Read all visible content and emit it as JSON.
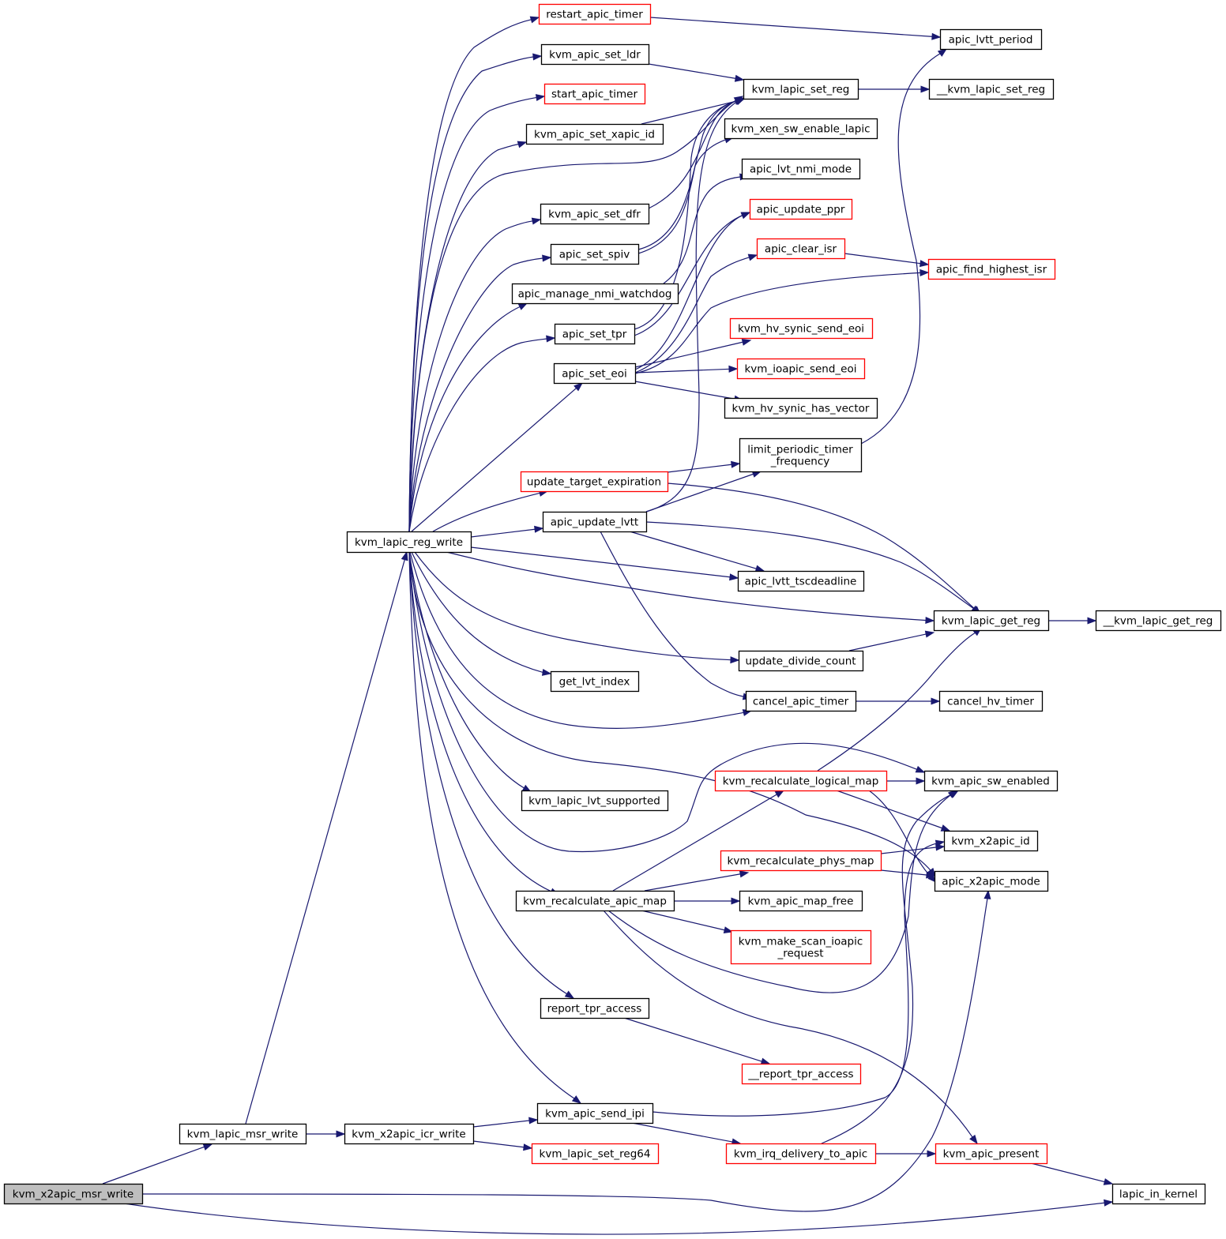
{
  "title": "kvm_x2apic_msr_write",
  "colors": {
    "edge": "#191970",
    "border_normal": "#000000",
    "border_truncated": "#ff0000",
    "root_fill": "#bfbfbf",
    "node_fill": "#ffffff"
  },
  "nodes": [
    {
      "id": "kvm_x2apic_msr_write",
      "label": [
        "kvm_x2apic_msr_write"
      ],
      "style": "root"
    },
    {
      "id": "kvm_lapic_msr_write",
      "label": [
        "kvm_lapic_msr_write"
      ],
      "style": "normal"
    },
    {
      "id": "kvm_x2apic_icr_write",
      "label": [
        "kvm_x2apic_icr_write"
      ],
      "style": "normal"
    },
    {
      "id": "kvm_lapic_reg_write",
      "label": [
        "kvm_lapic_reg_write"
      ],
      "style": "normal"
    },
    {
      "id": "restart_apic_timer",
      "label": [
        "restart_apic_timer"
      ],
      "style": "truncated"
    },
    {
      "id": "kvm_apic_set_ldr",
      "label": [
        "kvm_apic_set_ldr"
      ],
      "style": "normal"
    },
    {
      "id": "start_apic_timer",
      "label": [
        "start_apic_timer"
      ],
      "style": "truncated"
    },
    {
      "id": "kvm_apic_set_xapic_id",
      "label": [
        "kvm_apic_set_xapic_id"
      ],
      "style": "normal"
    },
    {
      "id": "kvm_apic_set_dfr",
      "label": [
        "kvm_apic_set_dfr"
      ],
      "style": "normal"
    },
    {
      "id": "apic_set_spiv",
      "label": [
        "apic_set_spiv"
      ],
      "style": "normal"
    },
    {
      "id": "apic_manage_nmi_watchdog",
      "label": [
        "apic_manage_nmi_watchdog"
      ],
      "style": "normal"
    },
    {
      "id": "apic_set_tpr",
      "label": [
        "apic_set_tpr"
      ],
      "style": "normal"
    },
    {
      "id": "apic_set_eoi",
      "label": [
        "apic_set_eoi"
      ],
      "style": "normal"
    },
    {
      "id": "update_target_expiration",
      "label": [
        "update_target_expiration"
      ],
      "style": "truncated"
    },
    {
      "id": "apic_update_lvtt",
      "label": [
        "apic_update_lvtt"
      ],
      "style": "normal"
    },
    {
      "id": "get_lvt_index",
      "label": [
        "get_lvt_index"
      ],
      "style": "normal"
    },
    {
      "id": "kvm_lapic_lvt_supported",
      "label": [
        "kvm_lapic_lvt_supported"
      ],
      "style": "normal"
    },
    {
      "id": "kvm_recalculate_apic_map",
      "label": [
        "kvm_recalculate_apic_map"
      ],
      "style": "normal"
    },
    {
      "id": "report_tpr_access",
      "label": [
        "report_tpr_access"
      ],
      "style": "normal"
    },
    {
      "id": "kvm_apic_send_ipi",
      "label": [
        "kvm_apic_send_ipi"
      ],
      "style": "normal"
    },
    {
      "id": "kvm_lapic_set_reg64",
      "label": [
        "kvm_lapic_set_reg64"
      ],
      "style": "truncated"
    },
    {
      "id": "kvm_lapic_set_reg",
      "label": [
        "kvm_lapic_set_reg"
      ],
      "style": "normal"
    },
    {
      "id": "kvm_xen_sw_enable_lapic",
      "label": [
        "kvm_xen_sw_enable_lapic"
      ],
      "style": "normal"
    },
    {
      "id": "apic_lvt_nmi_mode",
      "label": [
        "apic_lvt_nmi_mode"
      ],
      "style": "normal"
    },
    {
      "id": "apic_update_ppr",
      "label": [
        "apic_update_ppr"
      ],
      "style": "truncated"
    },
    {
      "id": "apic_clear_isr",
      "label": [
        "apic_clear_isr"
      ],
      "style": "truncated"
    },
    {
      "id": "kvm_hv_synic_send_eoi",
      "label": [
        "kvm_hv_synic_send_eoi"
      ],
      "style": "truncated"
    },
    {
      "id": "kvm_ioapic_send_eoi",
      "label": [
        "kvm_ioapic_send_eoi"
      ],
      "style": "truncated"
    },
    {
      "id": "kvm_hv_synic_has_vector",
      "label": [
        "kvm_hv_synic_has_vector"
      ],
      "style": "normal"
    },
    {
      "id": "limit_periodic_timer_frequency",
      "label": [
        "limit_periodic_timer",
        "_frequency"
      ],
      "style": "normal"
    },
    {
      "id": "apic_lvtt_tscdeadline",
      "label": [
        "apic_lvtt_tscdeadline"
      ],
      "style": "normal"
    },
    {
      "id": "update_divide_count",
      "label": [
        "update_divide_count"
      ],
      "style": "normal"
    },
    {
      "id": "cancel_apic_timer",
      "label": [
        "cancel_apic_timer"
      ],
      "style": "normal"
    },
    {
      "id": "kvm_recalculate_logical_map",
      "label": [
        "kvm_recalculate_logical_map"
      ],
      "style": "truncated"
    },
    {
      "id": "kvm_recalculate_phys_map",
      "label": [
        "kvm_recalculate_phys_map"
      ],
      "style": "truncated"
    },
    {
      "id": "kvm_apic_map_free",
      "label": [
        "kvm_apic_map_free"
      ],
      "style": "normal"
    },
    {
      "id": "kvm_make_scan_ioapic_request",
      "label": [
        "kvm_make_scan_ioapic",
        "_request"
      ],
      "style": "truncated"
    },
    {
      "id": "__report_tpr_access",
      "label": [
        "__report_tpr_access"
      ],
      "style": "truncated"
    },
    {
      "id": "kvm_irq_delivery_to_apic",
      "label": [
        "kvm_irq_delivery_to_apic"
      ],
      "style": "truncated"
    },
    {
      "id": "apic_lvtt_period",
      "label": [
        "apic_lvtt_period"
      ],
      "style": "normal"
    },
    {
      "id": "__kvm_lapic_set_reg",
      "label": [
        "__kvm_lapic_set_reg"
      ],
      "style": "normal"
    },
    {
      "id": "apic_find_highest_isr",
      "label": [
        "apic_find_highest_isr"
      ],
      "style": "truncated"
    },
    {
      "id": "kvm_lapic_get_reg",
      "label": [
        "kvm_lapic_get_reg"
      ],
      "style": "normal"
    },
    {
      "id": "cancel_hv_timer",
      "label": [
        "cancel_hv_timer"
      ],
      "style": "normal"
    },
    {
      "id": "kvm_apic_sw_enabled",
      "label": [
        "kvm_apic_sw_enabled"
      ],
      "style": "normal"
    },
    {
      "id": "kvm_x2apic_id",
      "label": [
        "kvm_x2apic_id"
      ],
      "style": "normal"
    },
    {
      "id": "apic_x2apic_mode",
      "label": [
        "apic_x2apic_mode"
      ],
      "style": "normal"
    },
    {
      "id": "kvm_apic_present",
      "label": [
        "kvm_apic_present"
      ],
      "style": "truncated"
    },
    {
      "id": "__kvm_lapic_get_reg",
      "label": [
        "__kvm_lapic_get_reg"
      ],
      "style": "normal"
    },
    {
      "id": "lapic_in_kernel",
      "label": [
        "lapic_in_kernel"
      ],
      "style": "normal"
    }
  ],
  "edges": [
    [
      "kvm_x2apic_msr_write",
      "kvm_lapic_msr_write"
    ],
    [
      "kvm_x2apic_msr_write",
      "lapic_in_kernel"
    ],
    [
      "kvm_x2apic_msr_write",
      "apic_x2apic_mode"
    ],
    [
      "kvm_lapic_msr_write",
      "kvm_x2apic_icr_write"
    ],
    [
      "kvm_lapic_msr_write",
      "kvm_lapic_reg_write"
    ],
    [
      "kvm_x2apic_icr_write",
      "kvm_apic_send_ipi"
    ],
    [
      "kvm_x2apic_icr_write",
      "kvm_lapic_set_reg64"
    ],
    [
      "kvm_lapic_reg_write",
      "restart_apic_timer"
    ],
    [
      "kvm_lapic_reg_write",
      "kvm_apic_set_ldr"
    ],
    [
      "kvm_lapic_reg_write",
      "start_apic_timer"
    ],
    [
      "kvm_lapic_reg_write",
      "kvm_apic_set_xapic_id"
    ],
    [
      "kvm_lapic_reg_write",
      "kvm_lapic_set_reg"
    ],
    [
      "kvm_lapic_reg_write",
      "kvm_apic_set_dfr"
    ],
    [
      "kvm_lapic_reg_write",
      "apic_set_spiv"
    ],
    [
      "kvm_lapic_reg_write",
      "apic_manage_nmi_watchdog"
    ],
    [
      "kvm_lapic_reg_write",
      "apic_set_tpr"
    ],
    [
      "kvm_lapic_reg_write",
      "apic_set_eoi"
    ],
    [
      "kvm_lapic_reg_write",
      "update_target_expiration"
    ],
    [
      "kvm_lapic_reg_write",
      "apic_update_lvtt"
    ],
    [
      "kvm_lapic_reg_write",
      "apic_lvtt_tscdeadline"
    ],
    [
      "kvm_lapic_reg_write",
      "kvm_lapic_get_reg"
    ],
    [
      "kvm_lapic_reg_write",
      "update_divide_count"
    ],
    [
      "kvm_lapic_reg_write",
      "get_lvt_index"
    ],
    [
      "kvm_lapic_reg_write",
      "cancel_apic_timer"
    ],
    [
      "kvm_lapic_reg_write",
      "kvm_apic_sw_enabled"
    ],
    [
      "kvm_lapic_reg_write",
      "kvm_lapic_lvt_supported"
    ],
    [
      "kvm_lapic_reg_write",
      "apic_x2apic_mode"
    ],
    [
      "kvm_lapic_reg_write",
      "kvm_recalculate_apic_map"
    ],
    [
      "kvm_lapic_reg_write",
      "report_tpr_access"
    ],
    [
      "kvm_lapic_reg_write",
      "kvm_apic_send_ipi"
    ],
    [
      "restart_apic_timer",
      "apic_lvtt_period"
    ],
    [
      "kvm_apic_set_ldr",
      "kvm_lapic_set_reg"
    ],
    [
      "kvm_apic_set_xapic_id",
      "kvm_lapic_set_reg"
    ],
    [
      "kvm_apic_set_dfr",
      "kvm_lapic_set_reg"
    ],
    [
      "apic_set_spiv",
      "kvm_lapic_set_reg"
    ],
    [
      "apic_set_spiv",
      "kvm_xen_sw_enable_lapic"
    ],
    [
      "apic_manage_nmi_watchdog",
      "apic_lvt_nmi_mode"
    ],
    [
      "apic_set_tpr",
      "kvm_lapic_set_reg"
    ],
    [
      "apic_set_tpr",
      "apic_update_ppr"
    ],
    [
      "apic_set_eoi",
      "apic_update_ppr"
    ],
    [
      "apic_set_eoi",
      "apic_clear_isr"
    ],
    [
      "apic_set_eoi",
      "apic_find_highest_isr"
    ],
    [
      "apic_set_eoi",
      "kvm_hv_synic_send_eoi"
    ],
    [
      "apic_set_eoi",
      "kvm_ioapic_send_eoi"
    ],
    [
      "apic_set_eoi",
      "kvm_hv_synic_has_vector"
    ],
    [
      "kvm_lapic_set_reg",
      "__kvm_lapic_set_reg"
    ],
    [
      "apic_clear_isr",
      "apic_find_highest_isr"
    ],
    [
      "update_target_expiration",
      "limit_periodic_timer_frequency"
    ],
    [
      "update_target_expiration",
      "kvm_lapic_get_reg"
    ],
    [
      "limit_periodic_timer_frequency",
      "apic_lvtt_period"
    ],
    [
      "apic_update_lvtt",
      "kvm_lapic_set_reg"
    ],
    [
      "apic_update_lvtt",
      "limit_periodic_timer_frequency"
    ],
    [
      "apic_update_lvtt",
      "kvm_lapic_get_reg"
    ],
    [
      "apic_update_lvtt",
      "apic_lvtt_tscdeadline"
    ],
    [
      "apic_update_lvtt",
      "cancel_apic_timer"
    ],
    [
      "update_divide_count",
      "kvm_lapic_get_reg"
    ],
    [
      "kvm_lapic_get_reg",
      "__kvm_lapic_get_reg"
    ],
    [
      "cancel_apic_timer",
      "cancel_hv_timer"
    ],
    [
      "kvm_recalculate_apic_map",
      "kvm_recalculate_logical_map"
    ],
    [
      "kvm_recalculate_apic_map",
      "kvm_recalculate_phys_map"
    ],
    [
      "kvm_recalculate_apic_map",
      "kvm_apic_map_free"
    ],
    [
      "kvm_recalculate_apic_map",
      "kvm_make_scan_ioapic_request"
    ],
    [
      "kvm_recalculate_apic_map",
      "kvm_apic_sw_enabled"
    ],
    [
      "kvm_recalculate_apic_map",
      "kvm_apic_present"
    ],
    [
      "kvm_recalculate_logical_map",
      "kvm_apic_sw_enabled"
    ],
    [
      "kvm_recalculate_logical_map",
      "kvm_x2apic_id"
    ],
    [
      "kvm_recalculate_logical_map",
      "apic_x2apic_mode"
    ],
    [
      "kvm_recalculate_logical_map",
      "kvm_lapic_get_reg"
    ],
    [
      "kvm_recalculate_phys_map",
      "kvm_x2apic_id"
    ],
    [
      "kvm_recalculate_phys_map",
      "apic_x2apic_mode"
    ],
    [
      "report_tpr_access",
      "__report_tpr_access"
    ],
    [
      "kvm_apic_send_ipi",
      "kvm_irq_delivery_to_apic"
    ],
    [
      "kvm_apic_send_ipi",
      "kvm_x2apic_id"
    ],
    [
      "kvm_irq_delivery_to_apic",
      "kvm_apic_present"
    ],
    [
      "kvm_irq_delivery_to_apic",
      "kvm_apic_sw_enabled"
    ],
    [
      "kvm_apic_present",
      "lapic_in_kernel"
    ]
  ]
}
